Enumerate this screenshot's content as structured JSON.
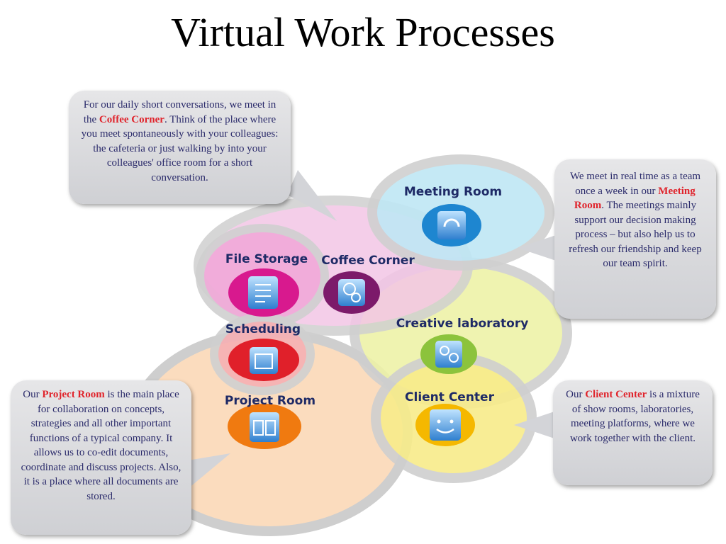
{
  "title": "Virtual Work Processes",
  "nodes": {
    "meeting_room": "Meeting Room",
    "file_storage": "File Storage",
    "coffee_corner": "Coffee Corner",
    "scheduling": "Scheduling",
    "creative_laboratory": "Creative laboratory",
    "project_room": "Project Room",
    "client_center": "Client Center"
  },
  "callouts": {
    "coffee": {
      "before": "For our daily short conversations, we meet in the ",
      "highlight": "Coffee Corner",
      "after": ". Think of the place where you meet spontaneously with your colleagues: the cafeteria or just walking by into your colleagues' office room for a short conversation."
    },
    "meeting": {
      "before": "We meet in real time as a team once a week in our ",
      "highlight": "Meeting Room",
      "after": ". The meetings mainly support our decision making process – but also help us to refresh our friendship and keep our team spirit."
    },
    "project": {
      "before": "Our ",
      "highlight": "Project Room",
      "after": " is the main place for collaboration on concepts, strategies and all other important functions of a typical company. It allows us to co-edit documents, coordinate and discuss projects.  Also, it is a  place where all documents are stored."
    },
    "client": {
      "before": "Our ",
      "highlight": "Client Center",
      "after": " is a mixture of show rooms, laboratories, meeting platforms, where we work together with the client."
    }
  },
  "colors": {
    "highlight": "#e0242c",
    "text": "#2b2b6b",
    "icon_blue": "#3a8fd8"
  }
}
